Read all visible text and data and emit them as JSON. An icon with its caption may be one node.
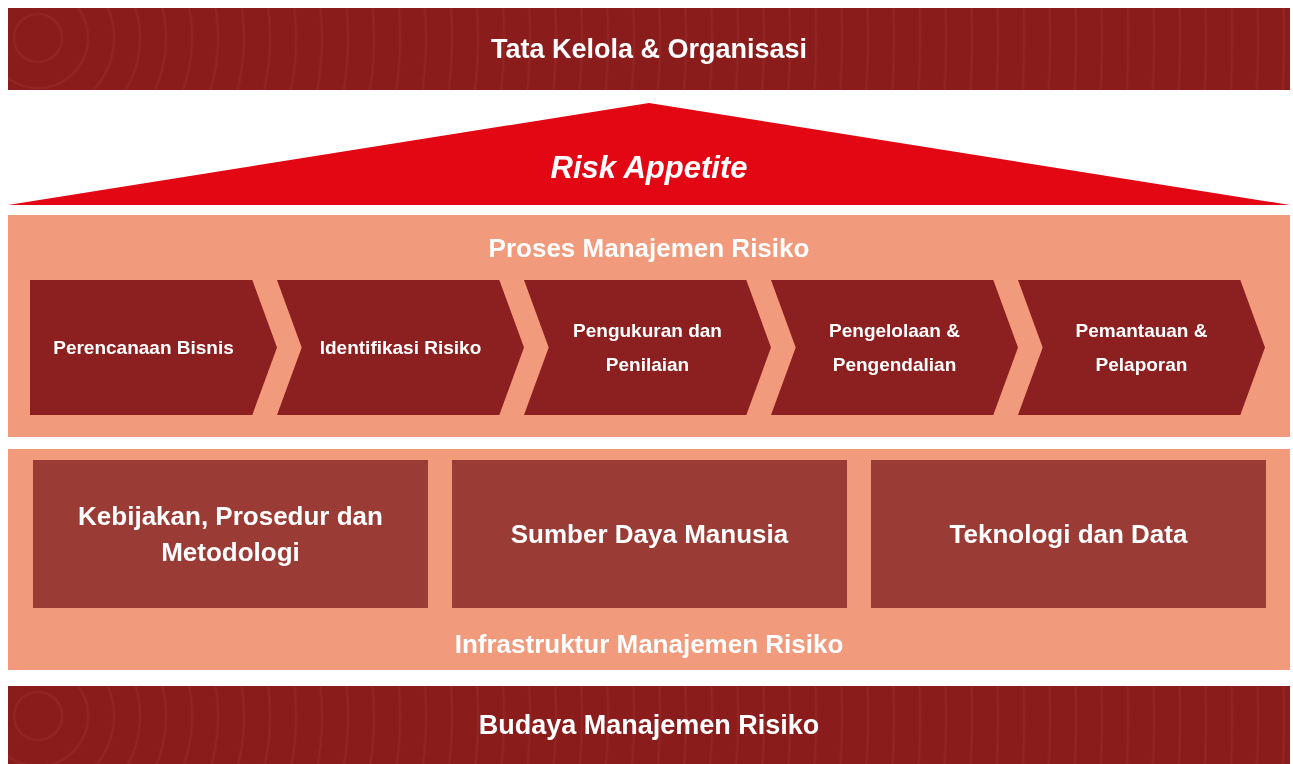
{
  "diagram": {
    "nodes": [
      {
        "text": [
          "Tata Kelola & Organisasi"
        ]
      },
      {
        "text": [
          "Risk Appetite"
        ]
      },
      {
        "text": [
          "Proses Manajemen Risiko"
        ]
      },
      {
        "text": [
          "Perencanaan Bisnis"
        ],
        "in": 2
      },
      {
        "text": [
          "Identifikasi Risiko"
        ],
        "in": 2
      },
      {
        "text": [
          "Pengukuran dan Penilaian"
        ],
        "in": 2
      },
      {
        "text": [
          "Pengelolaan & Pengendalian"
        ],
        "in": 2
      },
      {
        "text": [
          "Pemantauan & Pelaporan"
        ],
        "in": 2
      },
      {
        "text": [
          "Infrastruktur Manajemen Risiko"
        ]
      },
      {
        "text": [
          "Kebijakan, Prosedur dan Metodologi"
        ],
        "in": 8
      },
      {
        "text": [
          "Sumber Daya Manusia"
        ],
        "in": 8
      },
      {
        "text": [
          "Teknologi dan Data"
        ],
        "in": 8
      },
      {
        "text": [
          "Budaya Manajemen Risiko"
        ]
      }
    ]
  }
}
